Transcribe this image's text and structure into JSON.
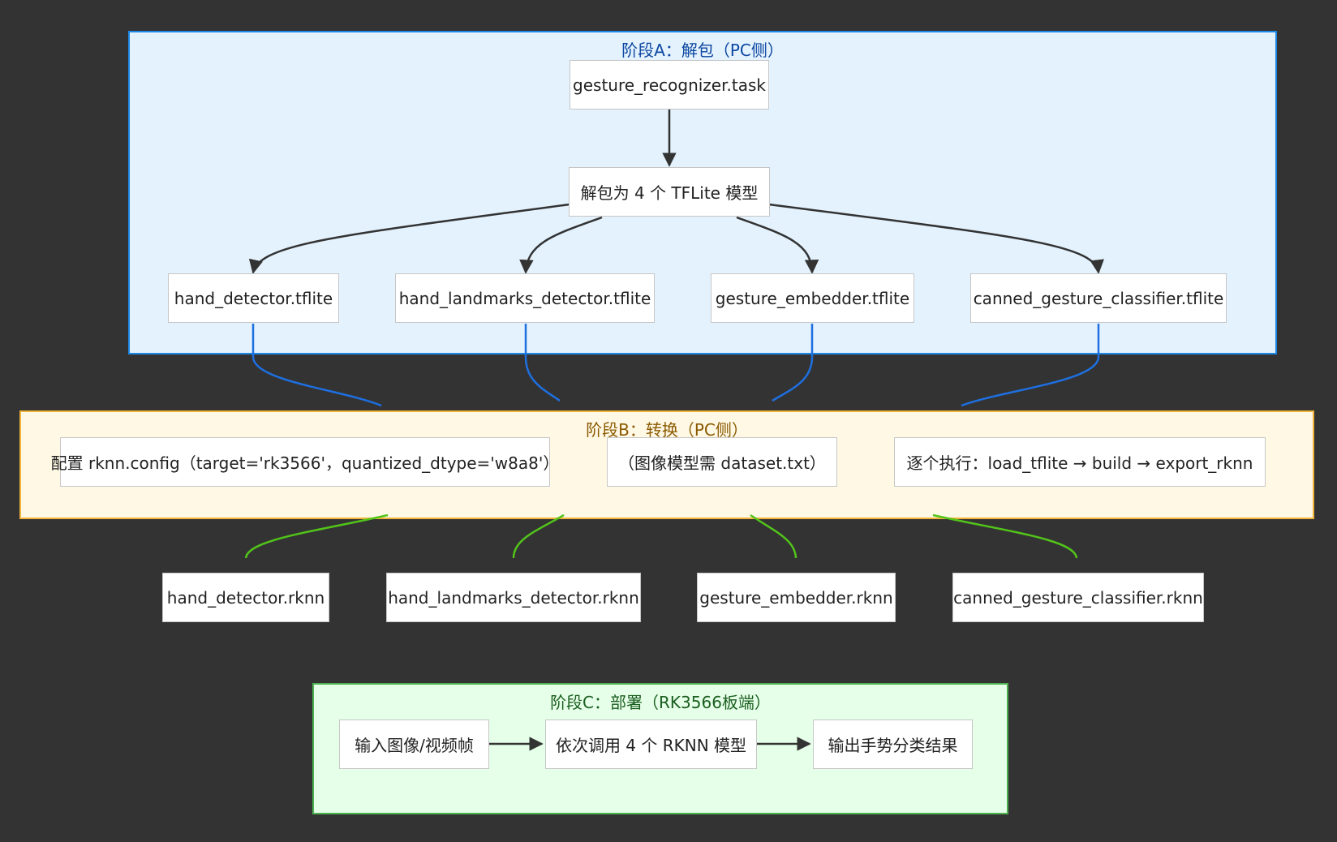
{
  "stage_a": {
    "title": "阶段A：解包（PC侧）",
    "task_file": "gesture_recognizer.task",
    "unpack": "解包为 4 个 TFLite 模型",
    "models": [
      "hand_detector.tflite",
      "hand_landmarks_detector.tflite",
      "gesture_embedder.tflite",
      "canned_gesture_classifier.tflite"
    ]
  },
  "stage_b": {
    "title": "阶段B：转换（PC侧）",
    "steps": [
      "配置 rknn.config（target='rk3566'，quantized_dtype='w8a8'）",
      "（图像模型需 dataset.txt）",
      "逐个执行：load_tflite → build → export_rknn"
    ]
  },
  "outputs": [
    "hand_detector.rknn",
    "hand_landmarks_detector.rknn",
    "gesture_embedder.rknn",
    "canned_gesture_classifier.rknn"
  ],
  "stage_c": {
    "title": "阶段C：部署（RK3566板端）",
    "steps": [
      "输入图像/视频帧",
      "依次调用 4 个 RKNN 模型",
      "输出手势分类结果"
    ]
  },
  "colors": {
    "background": "#333333",
    "stage_a_edge": "#1e6fe0",
    "stage_b_edge": "#52c41a",
    "arrow": "#333333"
  }
}
